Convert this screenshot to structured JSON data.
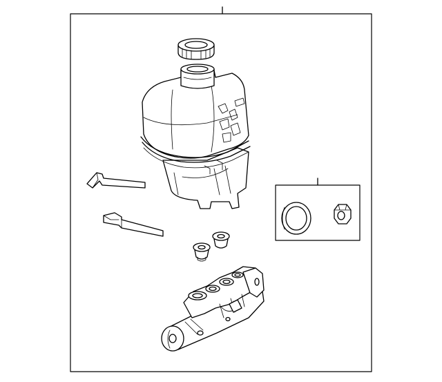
{
  "diagram": {
    "parts": [
      {
        "name": "reservoir-cap"
      },
      {
        "name": "fluid-reservoir"
      },
      {
        "name": "bracket-pin-upper"
      },
      {
        "name": "bracket-pin-lower"
      },
      {
        "name": "grommet-fitting-left"
      },
      {
        "name": "grommet-fitting-right"
      },
      {
        "name": "master-cylinder-body"
      },
      {
        "name": "seal-kit-o-ring"
      },
      {
        "name": "seal-kit-nut"
      }
    ]
  }
}
